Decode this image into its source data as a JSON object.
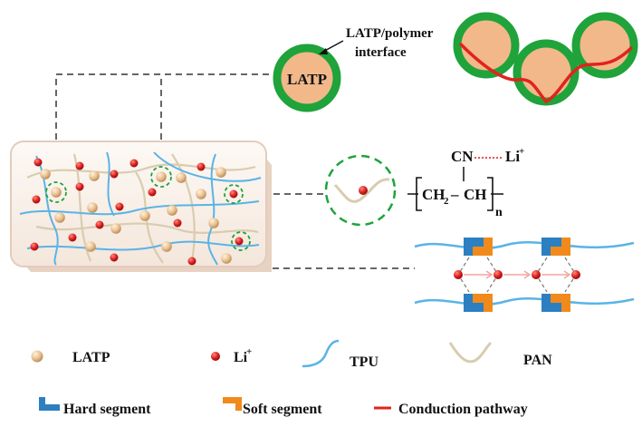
{
  "labels": {
    "interface_line1": "LATP/polymer",
    "interface_line2": "interface",
    "particle": "LATP",
    "cn": "CN",
    "li_ion": "Li",
    "li_sup": "+",
    "ch2": "CH",
    "ch2_sub": "2",
    "dash": "–",
    "ch": "CH",
    "n_sub": "n"
  },
  "legend": [
    {
      "key": "latp",
      "label": "LATP",
      "icon": "sphere-icon"
    },
    {
      "key": "li",
      "label": "Li",
      "sup": "+",
      "icon": "red-dot-icon"
    },
    {
      "key": "tpu",
      "label": "TPU",
      "icon": "blue-curve-icon"
    },
    {
      "key": "pan",
      "label": "PAN",
      "icon": "beige-curve-icon"
    },
    {
      "key": "hard",
      "label": "Hard segment",
      "icon": "blue-bracket-icon"
    },
    {
      "key": "soft",
      "label": "Soft segment",
      "icon": "orange-bracket-icon"
    },
    {
      "key": "path",
      "label": "Conduction pathway",
      "icon": "red-line-icon"
    }
  ],
  "colors": {
    "latp_core": "#F2B88A",
    "interface_shell": "#1FA33A",
    "li_ion": "#D81C1C",
    "tpu": "#5AB4E6",
    "pan": "#D9CCAE",
    "hard_segment": "#2C7FC1",
    "soft_segment": "#F08A1C",
    "conduction": "#E0241C",
    "membrane": "#FAF3EE"
  }
}
